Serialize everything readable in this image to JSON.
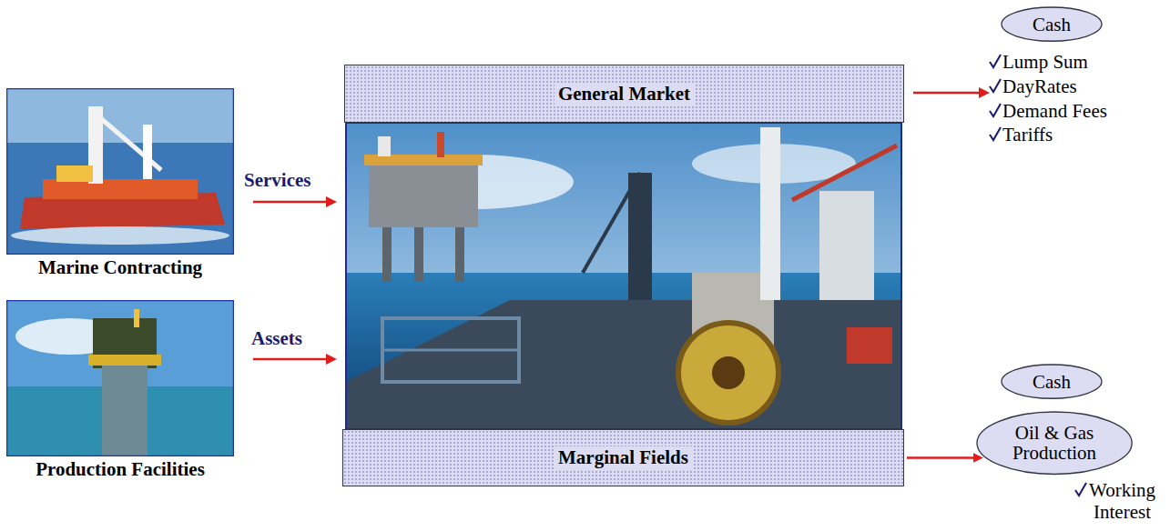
{
  "diagram": {
    "nodes": [
      {
        "text": [
          "Marine Contracting"
        ]
      },
      {
        "text": [
          "Production Facilities"
        ]
      },
      {
        "text": [
          "General Market"
        ]
      },
      {
        "text": [
          "Marginal Fields"
        ]
      },
      {
        "text": [
          "Cash"
        ]
      },
      {
        "text": [
          "Cash"
        ]
      },
      {
        "text": [
          "Oil & Gas Production"
        ]
      }
    ],
    "edges": [
      {
        "from": 3,
        "to": 6,
        "arrow": "to"
      }
    ],
    "labels": [
      "Services",
      "Assets",
      "Lump Sum",
      "DayRates",
      "Demand Fees",
      "Tariffs",
      "Working Interest"
    ]
  }
}
